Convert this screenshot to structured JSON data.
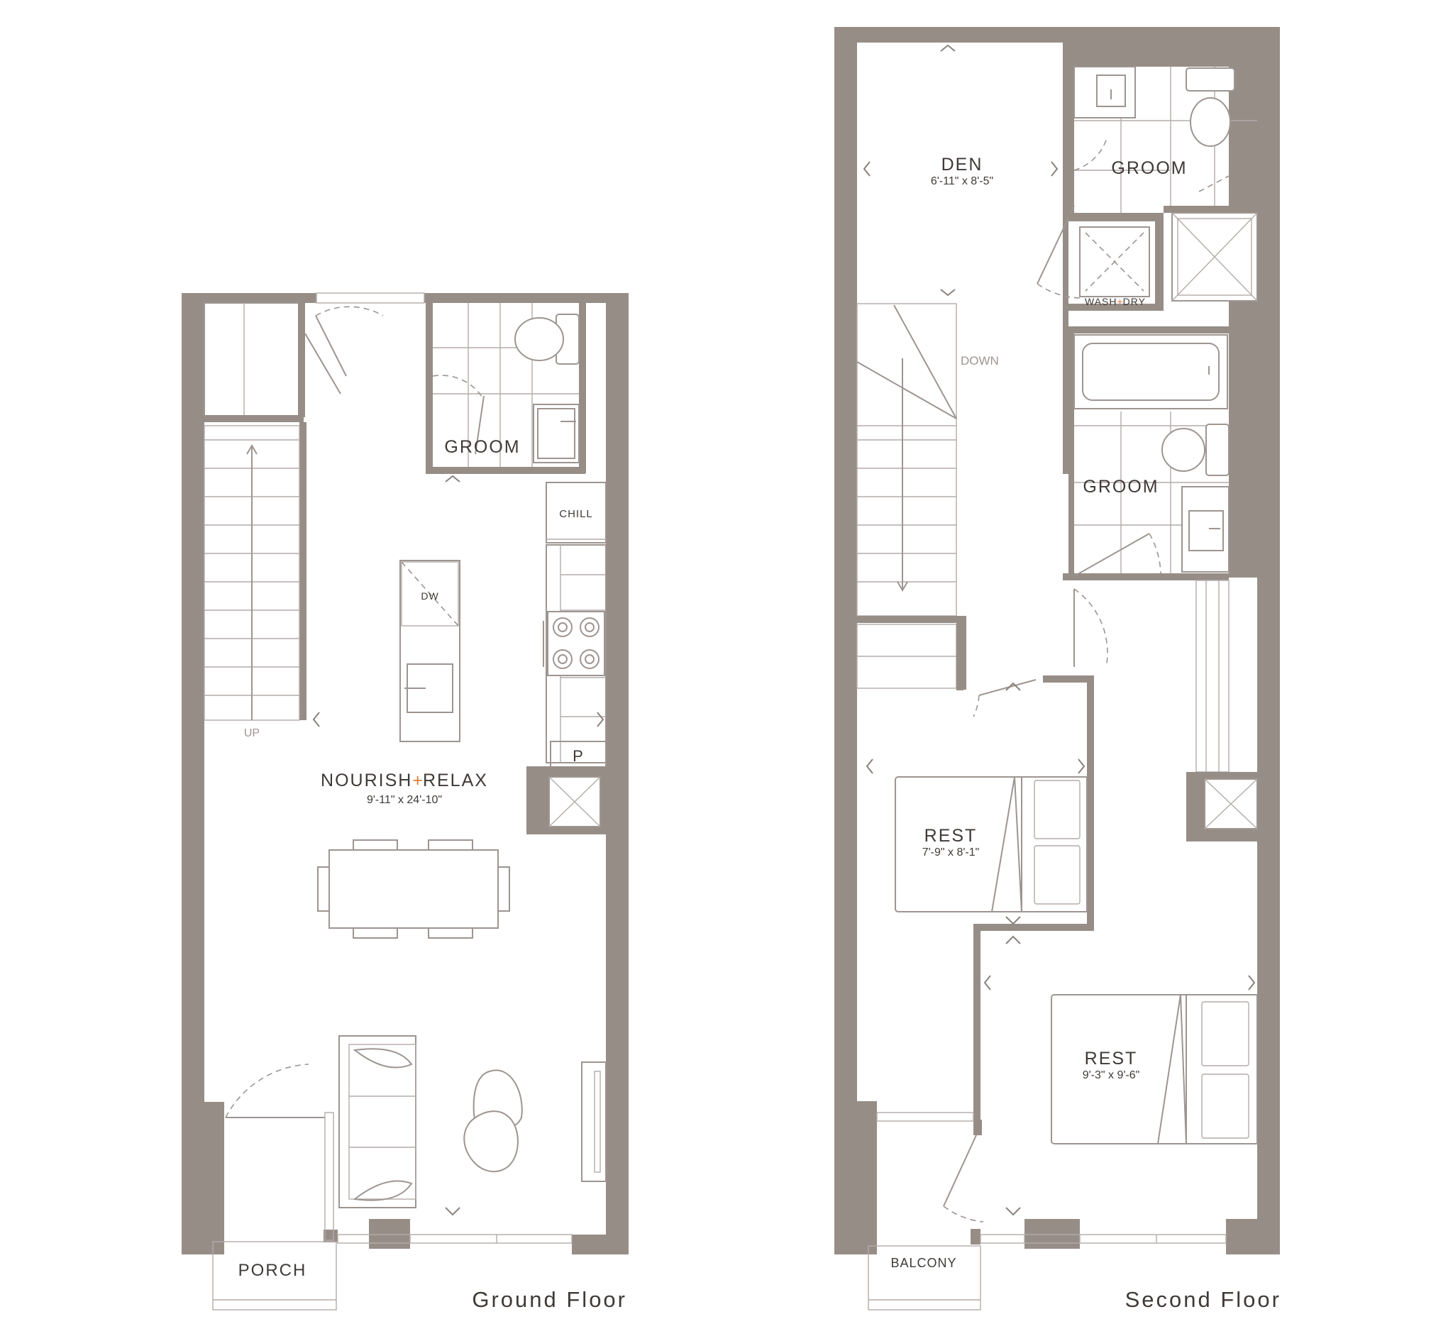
{
  "colors": {
    "wall": "#978d87",
    "line": "#9d9591",
    "text": "#3f3a37",
    "accent": "#e07b39"
  },
  "ground_floor": {
    "title": "Ground Floor",
    "groom": {
      "label": "GROOM"
    },
    "chill": {
      "label": "CHILL"
    },
    "dw": {
      "label": "DW"
    },
    "pantry": {
      "label": "P"
    },
    "up": {
      "label": "UP"
    },
    "main": {
      "label_a": "NOURISH",
      "label_plus": "+",
      "label_b": "RELAX",
      "dims": "9'-11\" x 24'-10\""
    },
    "porch": {
      "label": "PORCH"
    }
  },
  "second_floor": {
    "title": "Second Floor",
    "den": {
      "label": "DEN",
      "dims": "6'-11\" x 8'-5\""
    },
    "groom_top": {
      "label": "GROOM"
    },
    "wash_dry": {
      "label_a": "WASH",
      "label_plus": "+",
      "label_b": "DRY"
    },
    "down": {
      "label": "DOWN"
    },
    "groom_mid": {
      "label": "GROOM"
    },
    "rest_1": {
      "label": "REST",
      "dims": "7'-9\" x 8'-1\""
    },
    "rest_2": {
      "label": "REST",
      "dims": "9'-3\" x 9'-6\""
    },
    "balcony": {
      "label": "BALCONY"
    }
  }
}
